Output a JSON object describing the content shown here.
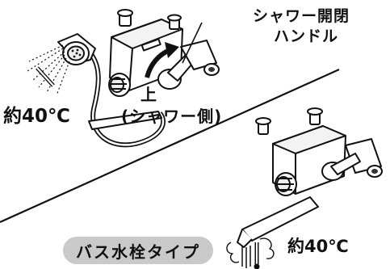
{
  "labels": {
    "shower_handle_line1": "シャワー開閉",
    "shower_handle_line2": "ハンドル",
    "up": "上",
    "shower_side": "(シャワー側)",
    "temp_shower": "約40℃",
    "temp_spout": "約40℃",
    "faucet_type": "バス水栓タイプ"
  },
  "colors": {
    "ink": "#111111",
    "badge": "#c9c9c9",
    "body": "#ffffff"
  }
}
